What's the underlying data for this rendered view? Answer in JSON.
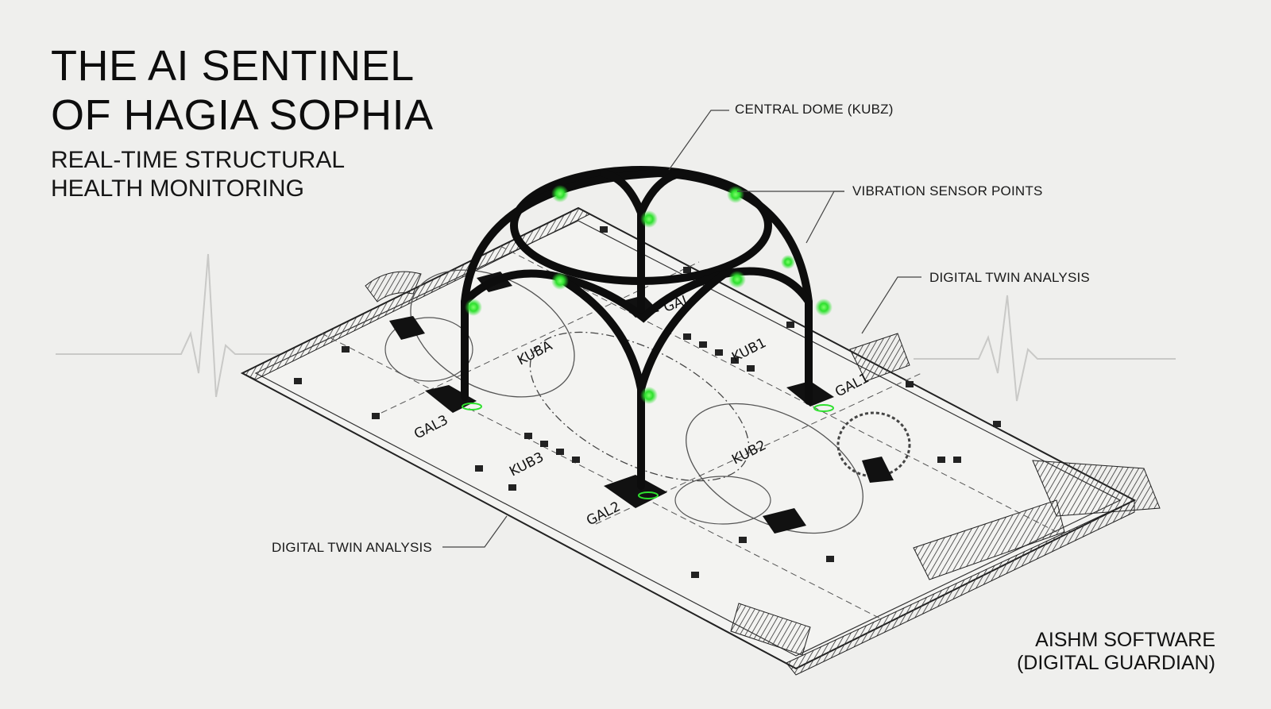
{
  "title": {
    "line1": "THE AI SENTINEL",
    "line2": "OF HAGIA SOPHIA"
  },
  "subtitle": {
    "line1": "REAL-TIME STRUCTURAL",
    "line2": "HEALTH MONITORING"
  },
  "callouts": {
    "central_dome": "CENTRAL DOME (KUBZ)",
    "vibration_sensors": "VIBRATION SENSOR POINTS",
    "digital_twin_right": "DIGITAL TWIN ANALYSIS",
    "digital_twin_left": "DIGITAL TWIN ANALYSIS"
  },
  "rooms": {
    "kuba": "KUBA",
    "kub1": "KUB1",
    "kub2": "KUB2",
    "kub3": "KUB3",
    "gal1": "GAL1",
    "gal2": "GAL2",
    "gal3": "GAL3",
    "gal_top": "GAL"
  },
  "brand": {
    "line1": "AISHM SOFTWARE",
    "line2": "(DIGITAL GUARDIAN)"
  },
  "colors": {
    "background": "#efefed",
    "ink": "#111111",
    "sensor": "#39e639",
    "pulse": "#c9c9c7"
  }
}
